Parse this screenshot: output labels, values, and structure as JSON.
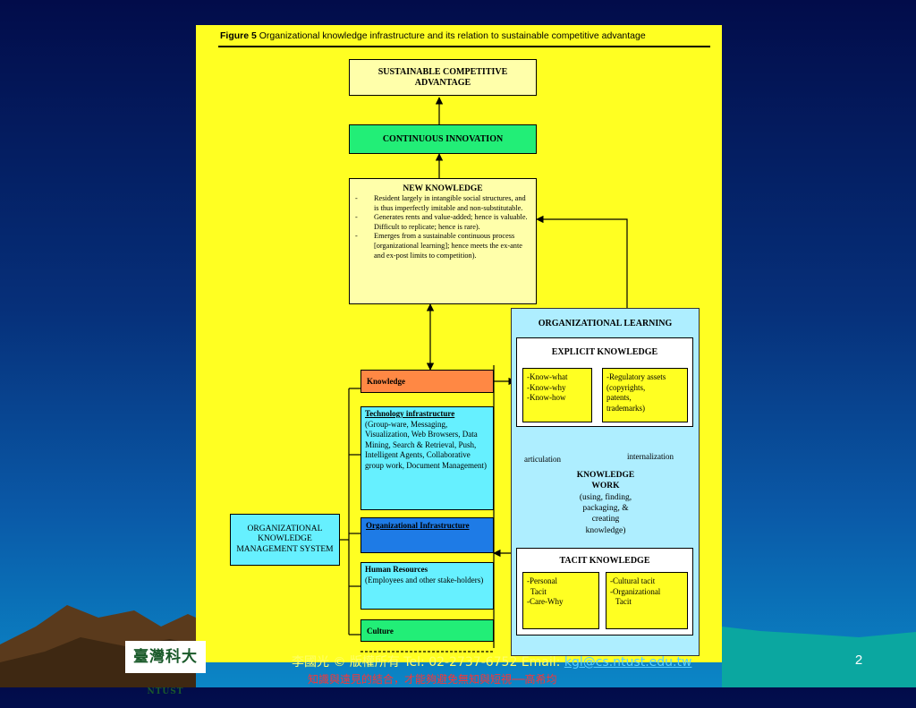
{
  "figure": {
    "title_prefix": "Figure 5",
    "title_text": "Organizational knowledge infrastructure and its relation to sustainable competitive advantage",
    "sustainable_advantage": "SUSTAINABLE COMPETITIVE ADVANTAGE",
    "continuous_innovation": "CONTINUOUS INNOVATION",
    "new_knowledge": {
      "title": "NEW KNOWLEDGE",
      "items": [
        "Resident largely in intangible social structures, and is thus imperfectly imitable and non-substitutable.",
        "Generates rents and value-added; hence is valuable. Difficult to replicate; hence is rare).",
        "Emerges from a sustainable continuous process [organizational learning]; hence meets the ex-ante and ex-post limits to competition)."
      ]
    },
    "okms": "ORGANIZATIONAL KNOWLEDGE MANAGEMENT SYSTEM",
    "infrastructure": {
      "knowledge": "Knowledge",
      "technology_title": "Technology infrastructure",
      "technology_body": "(Group-ware, Messaging, Visualization, Web Browsers, Data Mining, Search & Retrieval, Push, Intelligent Agents, Collaborative group work, Document Management)",
      "organizational": "Organizational Infrastructure",
      "human_title": "Human Resources",
      "human_body": "(Employees and other stake-holders)",
      "culture": "Culture"
    },
    "org_learning": {
      "title": "ORGANIZATIONAL LEARNING",
      "explicit_title": "EXPLICIT KNOWLEDGE",
      "explicit_left": [
        "-Know-what",
        "-Know-why",
        "-Know-how"
      ],
      "explicit_right": [
        "-Regulatory assets",
        "(copyrights,",
        "patents,",
        "trademarks)"
      ],
      "articulation": "articulation",
      "internalization": "internalization",
      "knowledge_work": [
        "KNOWLEDGE",
        "WORK"
      ],
      "knowledge_work_desc": [
        "(using, finding,",
        "packaging, &",
        "creating",
        "knowledge)"
      ],
      "tacit_title": "TACIT KNOWLEDGE",
      "tacit_left": [
        "-Personal",
        "Tacit",
        "-Care-Why"
      ],
      "tacit_right": [
        "-Cultural tacit",
        "-Organizational",
        "Tacit"
      ]
    },
    "colors": {
      "background": "#ffff22",
      "light_yellow": "#ffffaa",
      "green": "#22ee77",
      "cyan": "#66f0ff",
      "orange": "#ff8844",
      "blue": "#1e7be6",
      "learning_panel": "#aeeeff"
    }
  },
  "footer": {
    "logo_text": "臺灣科大",
    "logo_suffix": "NTUST",
    "contact_text": "李國光 © 版權所有 Tel: 02-2737-6752 Email:",
    "email": "kgl@cs.ntust.edu.tw",
    "quote": "知識與遠見的結合，才能夠避免無知與短視──高希均",
    "slide_number": "2"
  }
}
